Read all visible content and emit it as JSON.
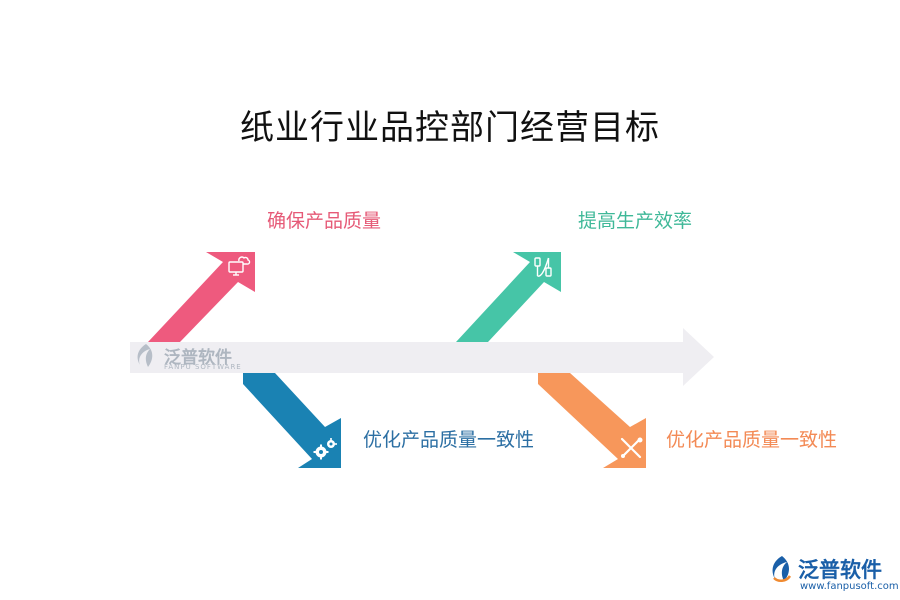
{
  "title": "纸业行业品控部门经营目标",
  "colors": {
    "pink": "#ee5a7e",
    "teal": "#46c5a7",
    "blue": "#1a82b3",
    "orange": "#f7975b",
    "spine": "#efeef2",
    "brand": "#1a5fa8"
  },
  "branches": [
    {
      "label": "确保产品质量",
      "icon": "monitor-cloud-icon",
      "color": "#e65a77"
    },
    {
      "label": "提高生产效率",
      "icon": "usb-cable-icon",
      "color": "#3fb898"
    },
    {
      "label": "优化产品质量一致性",
      "icon": "gears-icon",
      "color": "#2c6fa3"
    },
    {
      "label": "优化产品质量一致性",
      "icon": "wrench-screwdriver-icon",
      "color": "#f38a55"
    }
  ],
  "watermark": {
    "name": "泛普软件",
    "sub": "FANPU SOFTWARE"
  },
  "brand": {
    "name": "泛普软件",
    "url": "www.fanpusoft.com"
  }
}
